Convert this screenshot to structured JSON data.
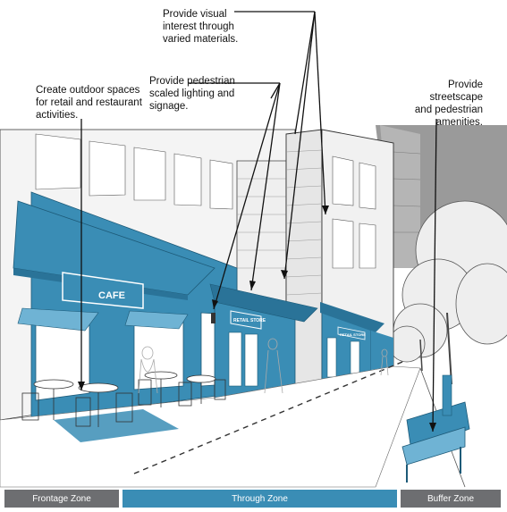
{
  "callouts": {
    "visual_interest": "Provide visual\ninterest through\nvaried materials.",
    "pedestrian_lighting": "Provide pedestrian\nscaled lighting and\nsignage.",
    "outdoor_spaces": "Create outdoor spaces\nfor retail and restaurant\nactivities.",
    "streetscape": "Provide streetscape\nand pedestrian\namenities."
  },
  "signs": {
    "cafe": "CAFE",
    "retail_store_1": "RETAIL STORE",
    "retail_store_2": "RETAIL STORE"
  },
  "zones": [
    {
      "label": "Frontage Zone",
      "color": "#6d6e71"
    },
    {
      "label": "Through Zone",
      "color": "#3a8db5"
    },
    {
      "label": "Buffer Zone",
      "color": "#6d6e71"
    }
  ],
  "colors": {
    "accent": "#3a8db5",
    "accent_light": "#6fb3d4",
    "line": "#222222"
  }
}
